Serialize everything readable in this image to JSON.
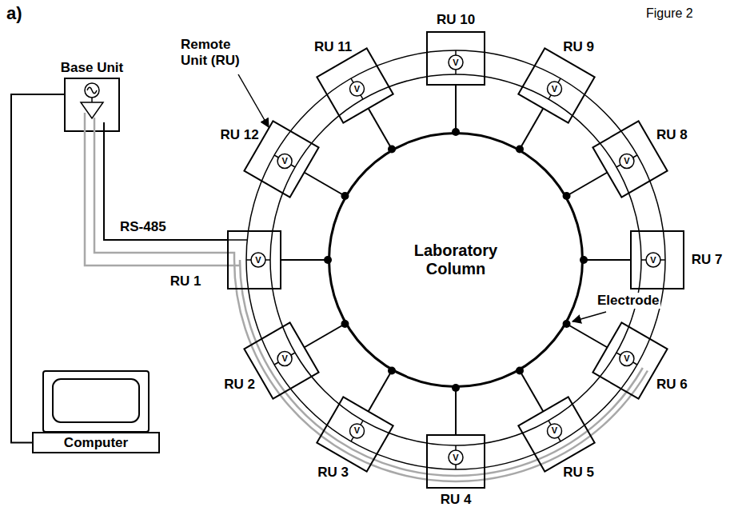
{
  "diagram": {
    "nodes": [
      {
        "text": [
          "Base Unit"
        ]
      },
      {
        "text": [
          "Computer"
        ]
      },
      {
        "text": [
          "Laboratory Column"
        ]
      },
      {
        "text": [
          "RU 1"
        ]
      },
      {
        "text": [
          "RU 2"
        ]
      },
      {
        "text": [
          "RU 3"
        ]
      },
      {
        "text": [
          "RU 4"
        ]
      },
      {
        "text": [
          "RU 5"
        ]
      },
      {
        "text": [
          "RU 6"
        ]
      },
      {
        "text": [
          "RU 7"
        ]
      },
      {
        "text": [
          "RU 8"
        ]
      },
      {
        "text": [
          "RU 9"
        ]
      },
      {
        "text": [
          "RU 10"
        ]
      },
      {
        "text": [
          "RU 11"
        ]
      },
      {
        "text": [
          "RU 12"
        ]
      }
    ],
    "edges": [
      {
        "from": 0,
        "to": 1,
        "arrow": "none"
      },
      {
        "from": 0,
        "to": 3,
        "arrow": "none",
        "label": "RS-485"
      },
      {
        "from": 3,
        "to": 2,
        "arrow": "none"
      },
      {
        "from": 4,
        "to": 2,
        "arrow": "none"
      },
      {
        "from": 5,
        "to": 2,
        "arrow": "none"
      },
      {
        "from": 6,
        "to": 2,
        "arrow": "none"
      },
      {
        "from": 7,
        "to": 2,
        "arrow": "none"
      },
      {
        "from": 8,
        "to": 2,
        "arrow": "none"
      },
      {
        "from": 9,
        "to": 2,
        "arrow": "none"
      },
      {
        "from": 10,
        "to": 2,
        "arrow": "none"
      },
      {
        "from": 11,
        "to": 2,
        "arrow": "none"
      },
      {
        "from": 12,
        "to": 2,
        "arrow": "none"
      },
      {
        "from": 13,
        "to": 2,
        "arrow": "none"
      },
      {
        "from": 14,
        "to": 2,
        "arrow": "none"
      }
    ],
    "labels": [
      "a)",
      "Figure 2",
      "Remote Unit (RU)",
      "Electrode",
      "V",
      "V",
      "V",
      "V",
      "V",
      "V",
      "V",
      "V",
      "V",
      "V",
      "V",
      "V"
    ]
  }
}
